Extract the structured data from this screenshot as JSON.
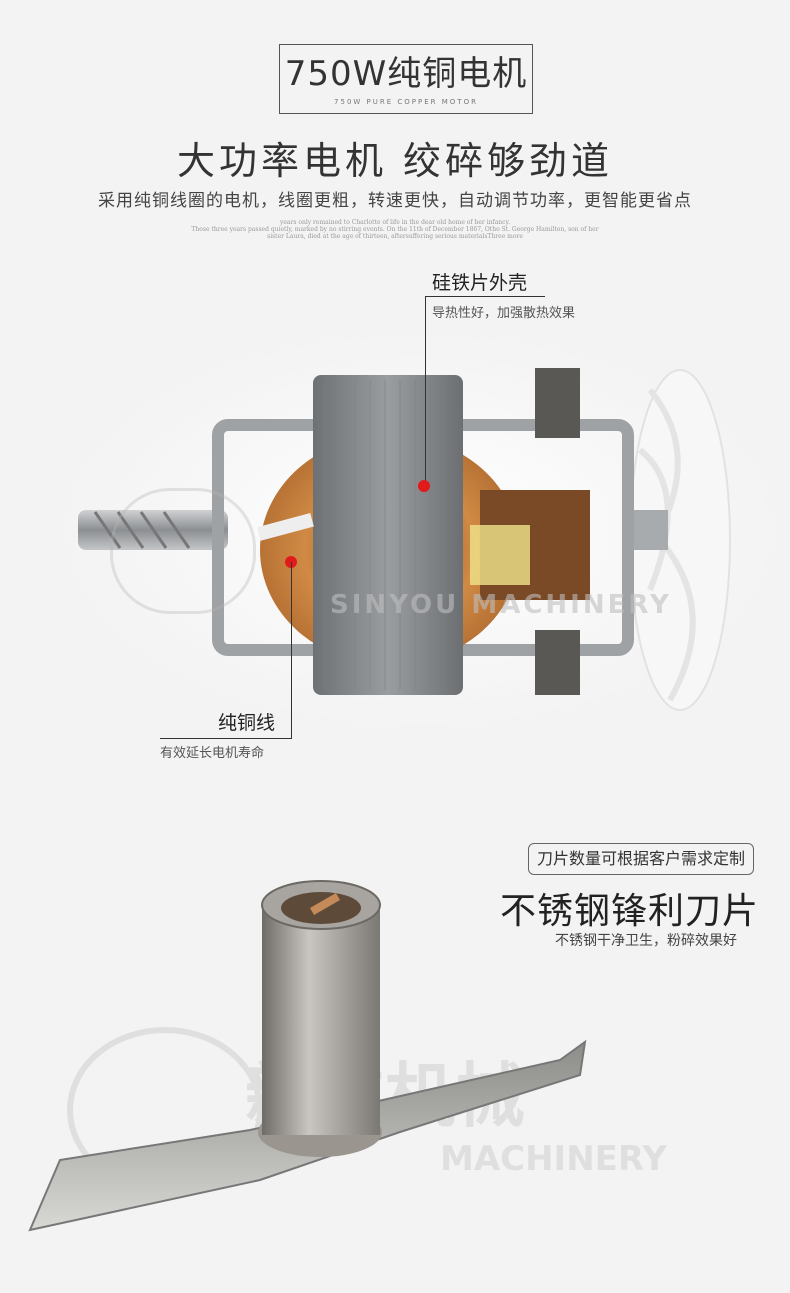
{
  "header": {
    "title": "750W纯铜电机",
    "subtitle": "750W PURE COPPER MOTOR"
  },
  "headline": "大功率电机 绞碎够劲道",
  "description": "采用纯铜线圈的电机，线圈更粗，转速更快，自动调节功率，更智能更省点",
  "fine_print": [
    "years only remained to Charlotte of life in the dear old home of her infancy.",
    "Those three years passed quietly, marked by no stirring events. On the 11th of December 1867, Otho St. George Hamilton, son of her",
    "sister Laura, died at the age of thirteen, aftersuffering serious materialsThree more"
  ],
  "annotations": {
    "shell": {
      "title": "硅铁片外壳",
      "detail": "导热性好，加强散热效果"
    },
    "wire": {
      "title": "纯铜线",
      "detail": "有效延长电机寿命"
    }
  },
  "blade": {
    "badge": "刀片数量可根据客户需求定制",
    "title": "不锈钢锋利刀片",
    "subtitle": "不锈钢干净卫生，粉碎效果好"
  },
  "watermark": {
    "brand_cn": "新友机械",
    "brand_en": "MACHINERY",
    "brand_en_top": "SINYOU MACHINERY"
  },
  "colors": {
    "copper": "#c9803f",
    "steel": "#8a8d90",
    "dot": "#e31a1a"
  }
}
